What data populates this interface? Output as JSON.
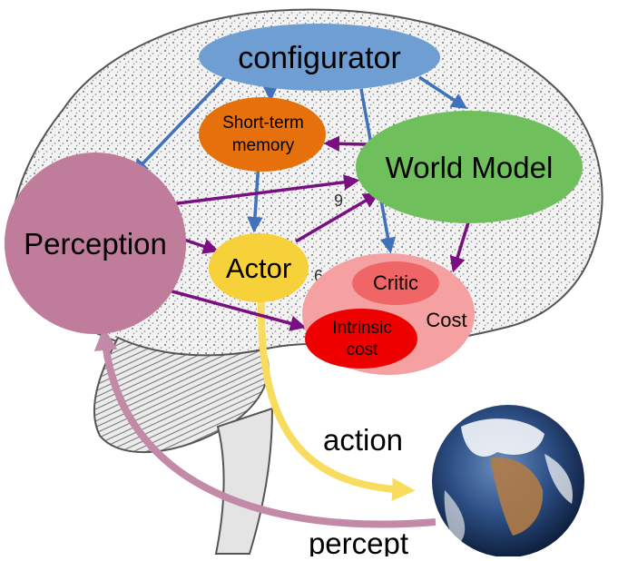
{
  "diagram": {
    "modules": {
      "configurator": "configurator",
      "short_term_memory_line1": "Short-term",
      "short_term_memory_line2": "memory",
      "world_model": "World Model",
      "perception": "Perception",
      "actor": "Actor",
      "cost": "Cost",
      "critic": "Critic",
      "intrinsic_cost_line1": "Intrinsic",
      "intrinsic_cost_line2": "cost"
    },
    "flows": {
      "action": "action",
      "percept": "percept"
    }
  },
  "colors": {
    "configurator": "#6f9fd2",
    "short_term_memory": "#e6700c",
    "world_model": "#6fbf5c",
    "perception": "#c07d9b",
    "actor": "#f7d13a",
    "cost": "#f5a1a1",
    "critic": "#f06666",
    "intrinsic_cost": "#ee0000",
    "blue_arrow": "#3f72ba",
    "purple_arrow": "#7a0f82",
    "action_arrow": "#f8dc5e",
    "percept_arrow": "#c28aa6"
  },
  "icons": {
    "brain": "brain-illustration",
    "earth": "earth-globe-icon"
  }
}
